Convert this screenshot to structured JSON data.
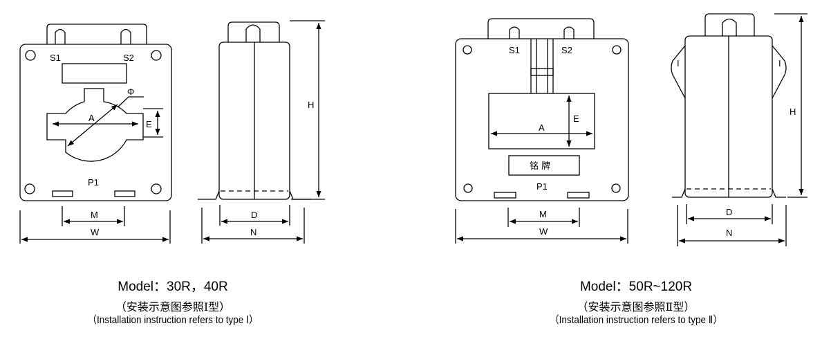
{
  "type_one": {
    "labels": {
      "s1": "S1",
      "s2": "S2",
      "phi": "Φ",
      "a": "A",
      "e": "E",
      "p1": "P1",
      "m": "M",
      "w": "W",
      "d": "D",
      "n": "N",
      "h": "H"
    },
    "caption": {
      "model": "Model：30R，40R",
      "cn": "（安装示意图参照Ⅰ型）",
      "en": "（Installation instruction refers to type Ⅰ）"
    }
  },
  "type_two": {
    "labels": {
      "s1": "S1",
      "s2": "S2",
      "a": "A",
      "e": "E",
      "nameplate": "铭 牌",
      "p1": "P1",
      "m": "M",
      "w": "W",
      "d": "D",
      "n": "N",
      "h": "H",
      "side_left": "I",
      "side_right": "I"
    },
    "caption": {
      "model": "Model：50R~120R",
      "cn": "（安装示意图参照Ⅱ型）",
      "en": "（Installation instruction refers to type Ⅱ）"
    }
  }
}
